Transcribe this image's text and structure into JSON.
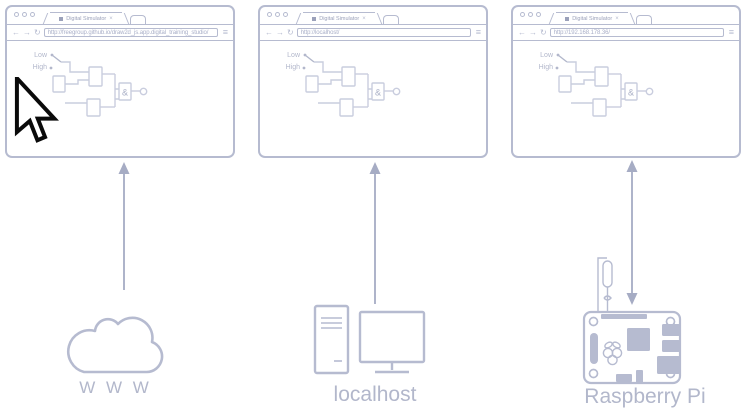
{
  "chrome": {
    "tab_title": "Digital Simulator",
    "tab_close_glyph": "×",
    "back_glyph": "←",
    "forward_glyph": "→",
    "refresh_glyph": "↻",
    "menu_glyph": "≡"
  },
  "windows": [
    {
      "name": "www",
      "tab_title": "Digital Simulator",
      "url": "http://freegroup.github.io/draw2d_js.app.digital_training_studio/"
    },
    {
      "name": "localhost",
      "tab_title": "Digital Simulator",
      "url": "http://localhost/"
    },
    {
      "name": "raspberry-pi",
      "tab_title": "Digital Simulator",
      "url": "http://192.168.178.36/"
    }
  ],
  "circuit": {
    "low_label": "Low",
    "high_label": "High",
    "and_gate_label": "&"
  },
  "nodes": {
    "www_label": "W W W",
    "localhost_label": "localhost",
    "raspberry_pi_label": "Raspberry Pi"
  },
  "colors": {
    "chrome_stroke": "#b6bbd0",
    "circuit_stroke": "#c9cdde",
    "label_text": "#b2b7cb",
    "arrow": "#a6acc4",
    "cursor_outline": "#0a0a0a",
    "cursor_fill": "#ffffff"
  }
}
